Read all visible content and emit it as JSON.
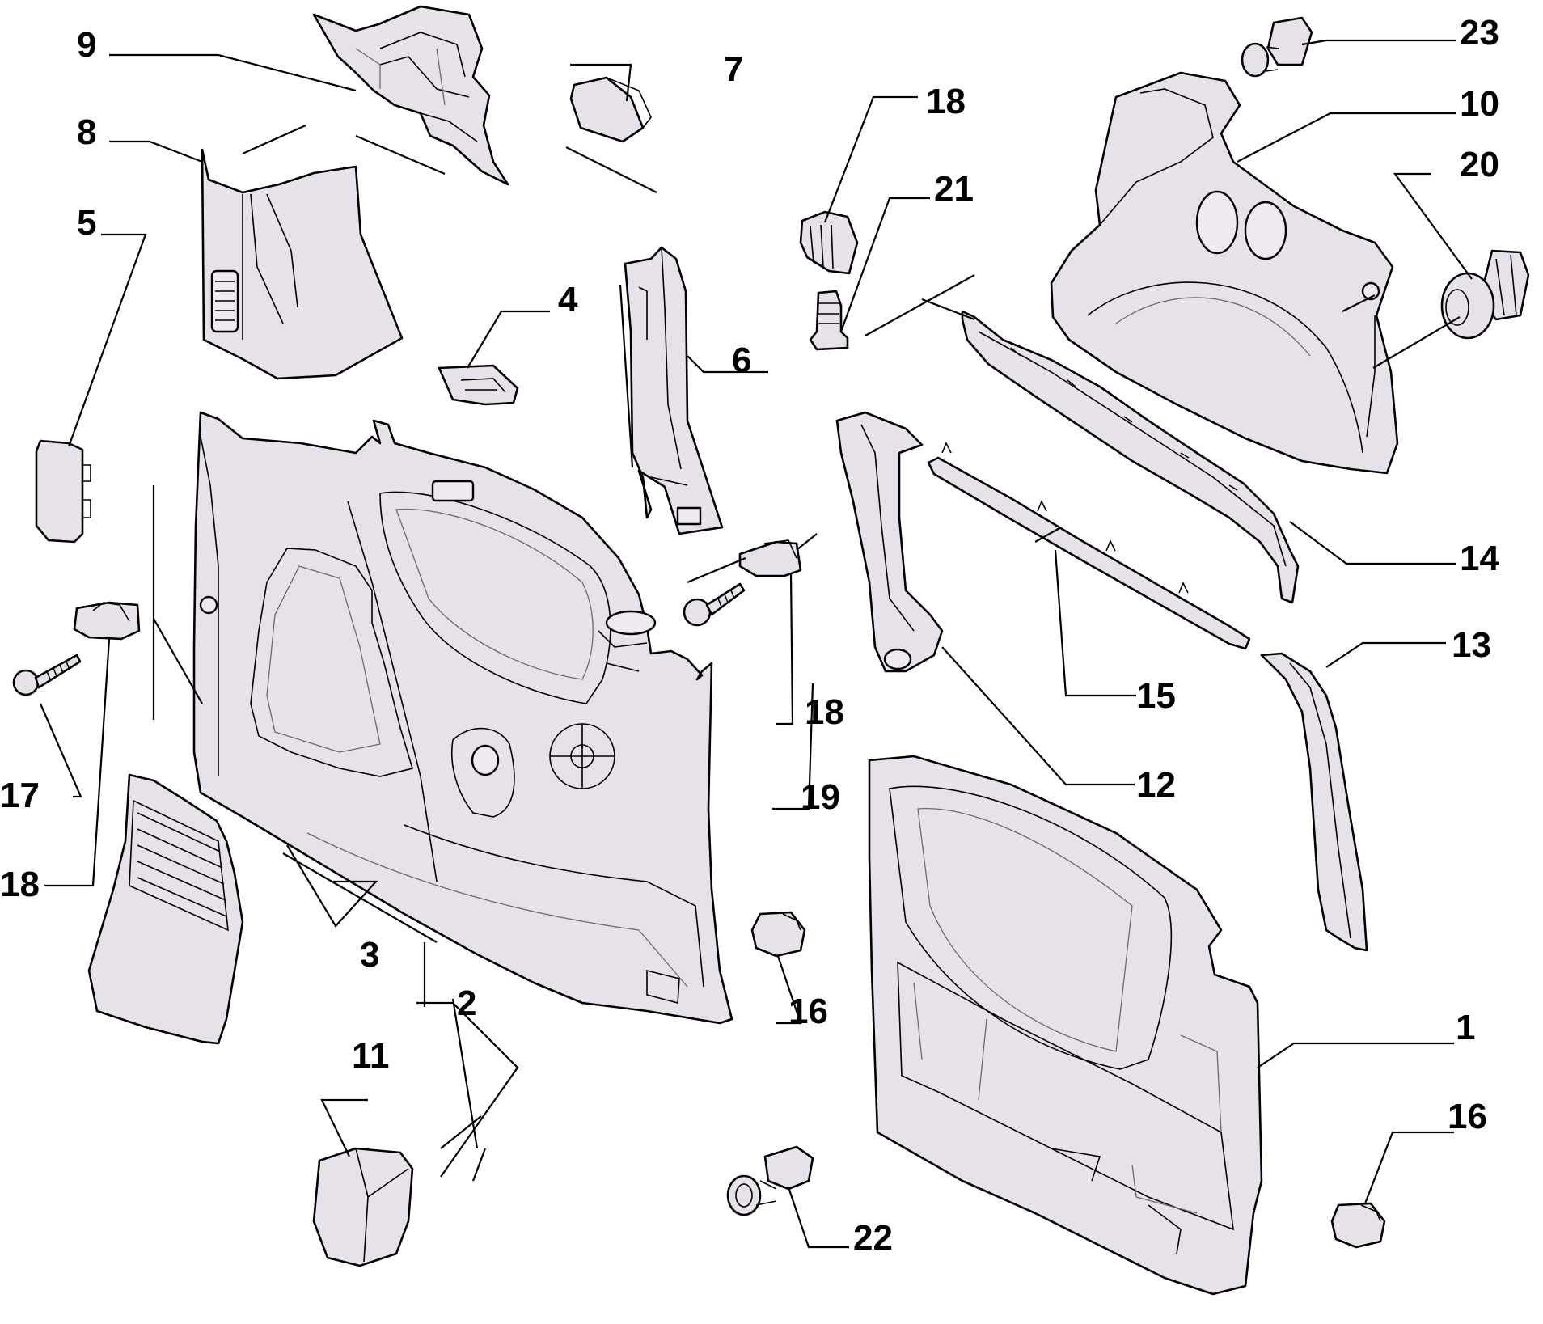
{
  "diagram": {
    "background": "#ffffff",
    "part_fill": "#e7e1ea",
    "line_color": "#000000",
    "labels": {
      "l1": "1",
      "l2": "2",
      "l3": "3",
      "l4": "4",
      "l5": "5",
      "l6": "6",
      "l7": "7",
      "l8": "8",
      "l9": "9",
      "l10": "10",
      "l11": "11",
      "l12": "12",
      "l13": "13",
      "l14": "14",
      "l15": "15",
      "l16a": "16",
      "l16b": "16",
      "l17": "17",
      "l18a": "18",
      "l18b": "18",
      "l18c": "18",
      "l19": "19",
      "l20": "20",
      "l21": "21",
      "l22": "22",
      "l23": "23"
    }
  }
}
